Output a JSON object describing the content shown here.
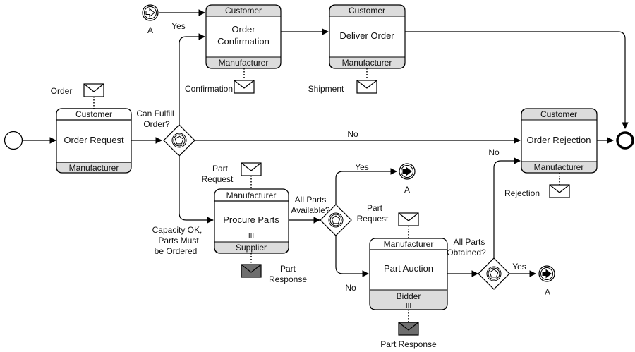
{
  "start_event": "start-event",
  "end_event": "end-event",
  "tasks": {
    "order_request": {
      "top": "Customer",
      "title": "Order Request",
      "bottom": "Manufacturer"
    },
    "order_confirmation": {
      "top": "Customer",
      "title_line1": "Order",
      "title_line2": "Confirmation",
      "bottom": "Manufacturer"
    },
    "deliver_order": {
      "top": "Customer",
      "title": "Deliver Order",
      "bottom": "Manufacturer"
    },
    "order_rejection": {
      "top": "Customer",
      "title": "Order Rejection",
      "bottom": "Manufacturer"
    },
    "procure_parts": {
      "top": "Manufacturer",
      "title": "Procure Parts",
      "marker": "III",
      "bottom": "Supplier"
    },
    "part_auction": {
      "top": "Manufacturer",
      "title": "Part Auction",
      "bottom": "Bidder",
      "marker": "III"
    }
  },
  "messages": {
    "order": "Order",
    "confirmation": "Confirmation",
    "shipment": "Shipment",
    "rejection": "Rejection",
    "part_request_1_line1": "Part",
    "part_request_1_line2": "Request",
    "part_request_2_line1": "Part",
    "part_request_2_line2": "Request",
    "part_response_1_line1": "Part",
    "part_response_1_line2": "Response",
    "part_response_2": "Part Response"
  },
  "gateways": {
    "can_fulfill_line1": "Can Fulfill",
    "can_fulfill_line2": "Order?",
    "all_parts_available_line1": "All Parts",
    "all_parts_available_line2": "Available?",
    "all_parts_obtained_line1": "All Parts",
    "all_parts_obtained_line2": "Obtained?"
  },
  "flow_labels": {
    "yes_top": "Yes",
    "no_main": "No",
    "capacity_line1": "Capacity OK,",
    "capacity_line2": "Parts Must",
    "capacity_line3": "be Ordered",
    "yes_available": "Yes",
    "no_available": "No",
    "yes_obtained": "Yes",
    "no_obtained": "No"
  },
  "link_events": {
    "link_top": "A",
    "link_available": "A",
    "link_obtained": "A"
  },
  "colors": {
    "band_fill": "#dcdcdc",
    "dark_envelope": "#6e6e6e"
  },
  "icons": [
    "message-envelope-icon",
    "link-arrow-icon",
    "event-based-gateway-icon",
    "multi-instance-marker"
  ]
}
